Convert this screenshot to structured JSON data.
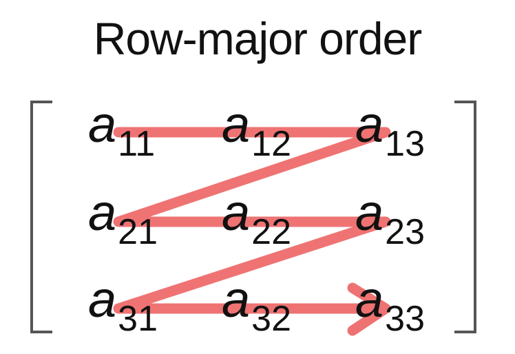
{
  "title": "Row-major order",
  "colors": {
    "path": "#ee6b6b",
    "bracket": "#555555",
    "text": "#111111"
  },
  "matrix": {
    "rows": [
      [
        {
          "base": "a",
          "sub": "11"
        },
        {
          "base": "a",
          "sub": "12"
        },
        {
          "base": "a",
          "sub": "13"
        }
      ],
      [
        {
          "base": "a",
          "sub": "21"
        },
        {
          "base": "a",
          "sub": "22"
        },
        {
          "base": "a",
          "sub": "23"
        }
      ],
      [
        {
          "base": "a",
          "sub": "31"
        },
        {
          "base": "a",
          "sub": "32"
        },
        {
          "base": "a",
          "sub": "33"
        }
      ]
    ]
  },
  "traversal_order": [
    "11",
    "12",
    "13",
    "21",
    "22",
    "23",
    "31",
    "32",
    "33"
  ]
}
